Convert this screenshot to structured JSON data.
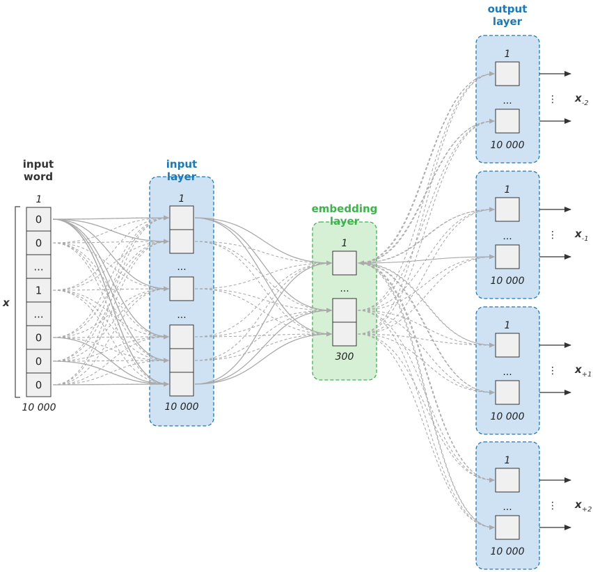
{
  "input_word": {
    "title_line1": "input",
    "title_line2": "word",
    "top_index": "1",
    "bottom_index": "10 000",
    "vector_label": "x",
    "cells": [
      "0",
      "0",
      "...",
      "1",
      "...",
      "0",
      "0",
      "0"
    ]
  },
  "input_layer": {
    "title_line1": "input",
    "title_line2": "layer",
    "top_index": "1",
    "bottom_index": "10 000",
    "ellipsis_1": "...",
    "ellipsis_2": "..."
  },
  "embedding_layer": {
    "title_line1": "embedding",
    "title_line2": "layer",
    "top_index": "1",
    "bottom_index": "300",
    "ellipsis": "..."
  },
  "output_layer": {
    "title_line1": "output",
    "title_line2": "layer",
    "blocks": [
      {
        "top_index": "1",
        "bottom_index": "10 000",
        "ellipsis": "...",
        "vdots": "⋮",
        "var": "x",
        "subscript": "-2"
      },
      {
        "top_index": "1",
        "bottom_index": "10 000",
        "ellipsis": "...",
        "vdots": "⋮",
        "var": "x",
        "subscript": "-1"
      },
      {
        "top_index": "1",
        "bottom_index": "10 000",
        "ellipsis": "...",
        "vdots": "⋮",
        "var": "x",
        "subscript": "+1"
      },
      {
        "top_index": "1",
        "bottom_index": "10 000",
        "ellipsis": "...",
        "vdots": "⋮",
        "var": "x",
        "subscript": "+2"
      }
    ]
  },
  "colors": {
    "blue_fill": "#cfe2f3",
    "blue_border": "#1a7ab8",
    "green_fill": "#d6f0d6",
    "green_border": "#3bb54a",
    "cell_fill": "#f0f0f0",
    "edge": "#aaaaaa"
  }
}
